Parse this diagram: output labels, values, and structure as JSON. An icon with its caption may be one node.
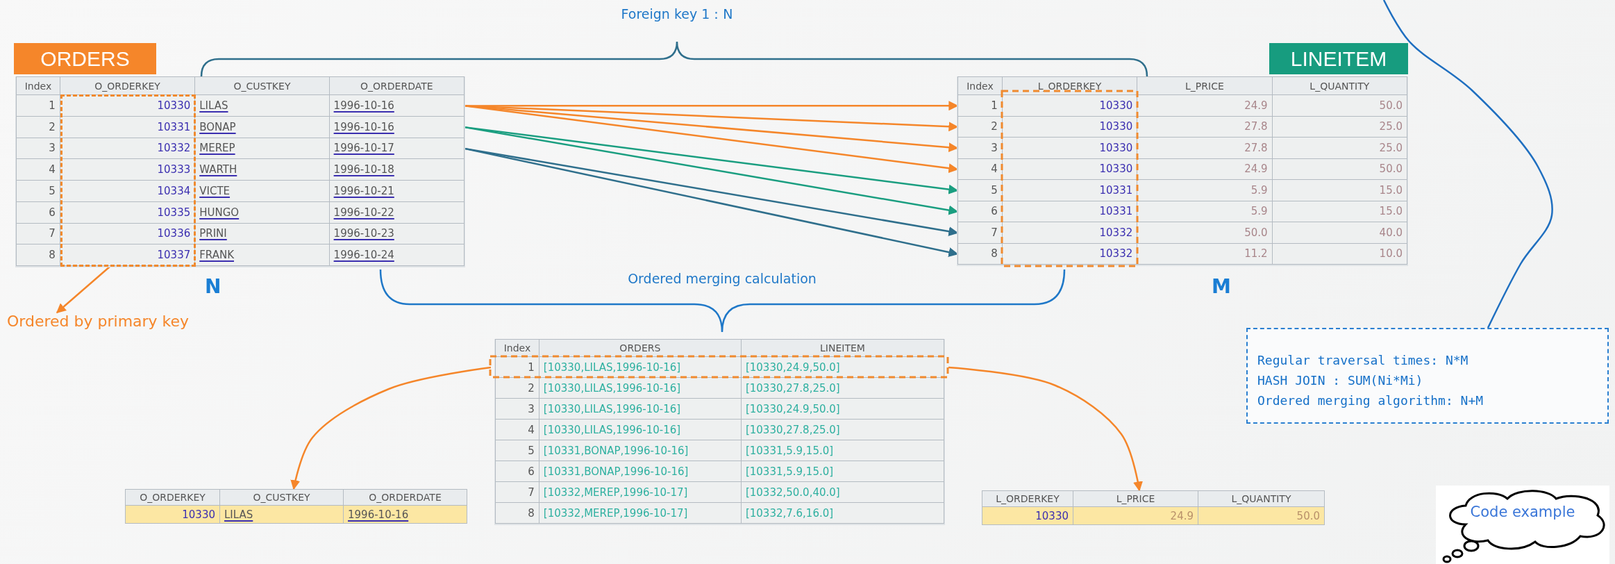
{
  "diagram": {
    "nodes": [
      {
        "text": [
          "ORDERS",
          "Index",
          "O_ORDERKEY",
          "O_CUSTKEY",
          "O_ORDERDATE"
        ]
      },
      {
        "text": [
          "1",
          "10330",
          "LILAS",
          "1996-10-16"
        ],
        "in": 0
      },
      {
        "text": [
          "2",
          "10331",
          "BONAP",
          "1996-10-16"
        ],
        "in": 0
      },
      {
        "text": [
          "3",
          "10332",
          "MEREP",
          "1996-10-17"
        ],
        "in": 0
      },
      {
        "text": [
          "4",
          "10333",
          "WARTH",
          "1996-10-18"
        ],
        "in": 0
      },
      {
        "text": [
          "5",
          "10334",
          "VICTE",
          "1996-10-21"
        ],
        "in": 0
      },
      {
        "text": [
          "6",
          "10335",
          "HUNGO",
          "1996-10-22"
        ],
        "in": 0
      },
      {
        "text": [
          "7",
          "10336",
          "PRINI",
          "1996-10-23"
        ],
        "in": 0
      },
      {
        "text": [
          "8",
          "10337",
          "FRANK",
          "1996-10-24"
        ],
        "in": 0
      },
      {
        "text": [],
        "shape": "box",
        "in": 0
      },
      {
        "text": [
          "Ordered by primary key"
        ]
      },
      {
        "text": [
          "LINEITEM",
          "Index",
          "L_ORDERKEY",
          "L_PRICE",
          "L_QUANTITY"
        ]
      },
      {
        "text": [
          "1",
          "10330",
          "24.9",
          "50.0"
        ],
        "in": 11
      },
      {
        "text": [
          "2",
          "10330",
          "27.8",
          "25.0"
        ],
        "in": 11
      },
      {
        "text": [
          "3",
          "10330",
          "27.8",
          "25.0"
        ],
        "in": 11
      },
      {
        "text": [
          "4",
          "10330",
          "24.9",
          "50.0"
        ],
        "in": 11
      },
      {
        "text": [
          "5",
          "10331",
          "5.9",
          "15.0"
        ],
        "in": 11
      },
      {
        "text": [
          "6",
          "10331",
          "5.9",
          "15.0"
        ],
        "in": 11
      },
      {
        "text": [
          "7",
          "10332",
          "50.0",
          "40.0"
        ],
        "in": 11
      },
      {
        "text": [
          "8",
          "10332",
          "11.2",
          "10.0"
        ],
        "in": 11
      },
      {
        "text": [
          "Index",
          "ORDERS",
          "LINEITEM"
        ]
      },
      {
        "text": [
          "1",
          "[10330,LILAS,1996-10-16]",
          "[10330,24.9,50.0]"
        ],
        "in": 20
      },
      {
        "text": [
          "2",
          "[10330,LILAS,1996-10-16]",
          "[10330,27.8,25.0]"
        ],
        "in": 20
      },
      {
        "text": [
          "3",
          "[10330,LILAS,1996-10-16]",
          "[10330,24.9,50.0]"
        ],
        "in": 20
      },
      {
        "text": [
          "4",
          "[10330,LILAS,1996-10-16]",
          "[10330,27.8,25.0]"
        ],
        "in": 20
      },
      {
        "text": [
          "5",
          "[10331,BONAP,1996-10-16]",
          "[10331,5.9,15.0]"
        ],
        "in": 20
      },
      {
        "text": [
          "6",
          "[10331,BONAP,1996-10-16]",
          "[10331,5.9,15.0]"
        ],
        "in": 20
      },
      {
        "text": [
          "7",
          "[10332,MEREP,1996-10-17]",
          "[10332,50.0,40.0]"
        ],
        "in": 20
      },
      {
        "text": [
          "8",
          "[10332,MEREP,1996-10-17]",
          "[10332,7.6,16.0]"
        ],
        "in": 20
      },
      {
        "text": [
          "O_ORDERKEY",
          "O_CUSTKEY",
          "O_ORDERDATE",
          "10330",
          "LILAS",
          "1996-10-16"
        ]
      },
      {
        "text": [
          "L_ORDERKEY",
          "L_PRICE",
          "L_QUANTITY",
          "10330",
          "24.9",
          "50.0"
        ]
      },
      {
        "text": [
          "Regular traversal times: N*M",
          "HASH JOIN : SUM(Ni*Mi)",
          "Ordered merging algorithm: N+M"
        ]
      },
      {
        "text": [
          "Code example"
        ]
      }
    ],
    "edges": [
      {
        "from": 9,
        "to": 10,
        "arrow": "to"
      },
      {
        "from": 1,
        "to": 12,
        "arrow": "to"
      },
      {
        "from": 1,
        "to": 13,
        "arrow": "to"
      },
      {
        "from": 1,
        "to": 14,
        "arrow": "to"
      },
      {
        "from": 1,
        "to": 15,
        "arrow": "to"
      },
      {
        "from": 2,
        "to": 16,
        "arrow": "to",
        "color": "#1a9e80"
      },
      {
        "from": 2,
        "to": 17,
        "arrow": "to",
        "color": "#1a9e80"
      },
      {
        "from": 3,
        "to": 18,
        "arrow": "to",
        "color": "#2f6f8c"
      },
      {
        "from": 3,
        "to": 19,
        "arrow": "to",
        "color": "#2f6f8c"
      },
      {
        "from": 21,
        "to": 29,
        "arrow": "to"
      },
      {
        "from": 21,
        "to": 30,
        "arrow": "to"
      },
      {
        "from": 31,
        "to": null,
        "arrow": "none",
        "color": "#1f6fc0"
      }
    ],
    "labels": [
      "Foreign key 1：N",
      "N",
      "Ordered merging calculation",
      "M"
    ]
  }
}
